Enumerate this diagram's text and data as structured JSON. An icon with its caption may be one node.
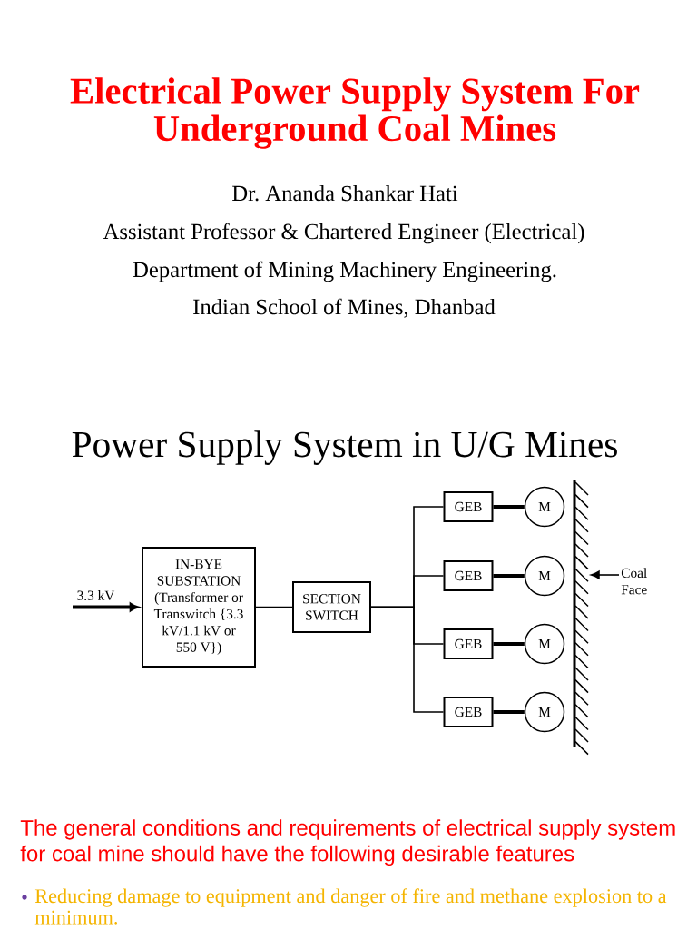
{
  "diagram": {
    "title": "Electrical Power Supply System For Underground Coal Mines",
    "nodes": [
      {
        "text": [
          "IN-BYE SUBSTATION (Transformer or Transwitch {3.3 kV/1.1 kV or 550 V})"
        ]
      },
      {
        "text": [
          "SECTION SWITCH"
        ]
      },
      {
        "text": [
          "GEB"
        ]
      },
      {
        "text": [
          "GEB"
        ]
      },
      {
        "text": [
          "GEB"
        ]
      },
      {
        "text": [
          "GEB"
        ]
      },
      {
        "text": [
          "M"
        ]
      },
      {
        "text": [
          "M"
        ]
      },
      {
        "text": [
          "M"
        ]
      },
      {
        "text": [
          "M"
        ]
      },
      {
        "text": [],
        "shape": "wall"
      },
      {
        "text": [
          "Coal Face"
        ]
      }
    ],
    "edges": [
      {
        "from": null,
        "to": 0,
        "arrow": "to",
        "label": "3.3 kV",
        "style": "thick"
      },
      {
        "from": 0,
        "to": 1,
        "arrow": "none"
      },
      {
        "from": 1,
        "to": 2,
        "arrow": "none"
      },
      {
        "from": 1,
        "to": 3,
        "arrow": "none"
      },
      {
        "from": 1,
        "to": 4,
        "arrow": "none"
      },
      {
        "from": 1,
        "to": 5,
        "arrow": "none"
      },
      {
        "from": 2,
        "to": 6,
        "arrow": "none",
        "style": "thick"
      },
      {
        "from": 3,
        "to": 7,
        "arrow": "none",
        "style": "thick"
      },
      {
        "from": 4,
        "to": 8,
        "arrow": "none",
        "style": "thick"
      },
      {
        "from": 5,
        "to": 9,
        "arrow": "none",
        "style": "thick"
      },
      {
        "from": 11,
        "to": 10,
        "arrow": "to"
      }
    ],
    "labels": [
      "Dr. Ananda Shankar Hati",
      "Assistant Professor & Chartered Engineer (Electrical)",
      "Department of Mining Machinery Engineering.",
      "Indian School of Mines, Dhanbad",
      "Power Supply System in U/G Mines",
      "The general conditions and requirements of electrical supply system for coal mine should have the following desirable features",
      "Reducing damage to equipment and danger of fire and methane explosion to a minimum."
    ]
  }
}
